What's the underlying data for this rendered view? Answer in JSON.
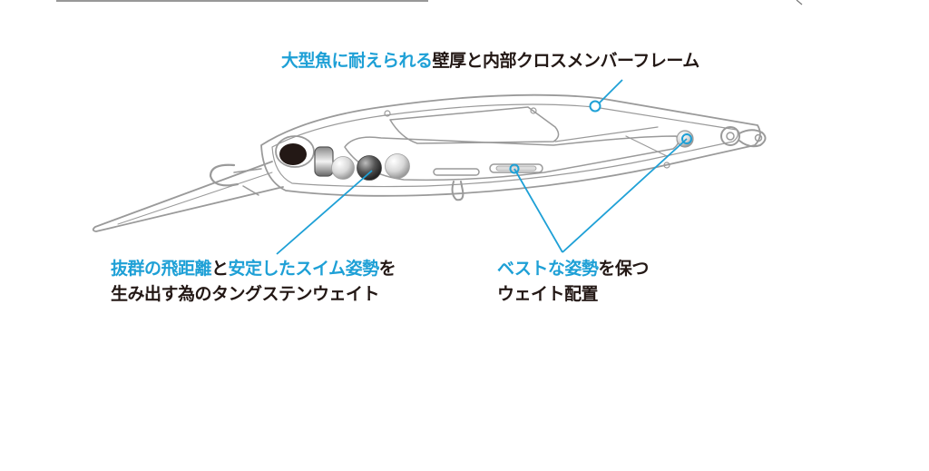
{
  "colors": {
    "accent": "#1ea0d6",
    "text": "#231815",
    "line": "#9a9a9a"
  },
  "callouts": {
    "frame": {
      "blue": "大型魚に耐えられる",
      "dark": "壁厚と内部クロスメンバーフレーム"
    },
    "tungsten": {
      "line1_blue_a": "抜群の飛距離",
      "line1_dark_a": "と",
      "line1_blue_b": "安定したスイム姿勢",
      "line1_dark_b": "を",
      "line2": "生み出す為のタングステンウェイト"
    },
    "weight": {
      "line1_blue": "ベストな姿勢",
      "line1_dark": "を保つ",
      "line2": "ウェイト配置"
    }
  }
}
